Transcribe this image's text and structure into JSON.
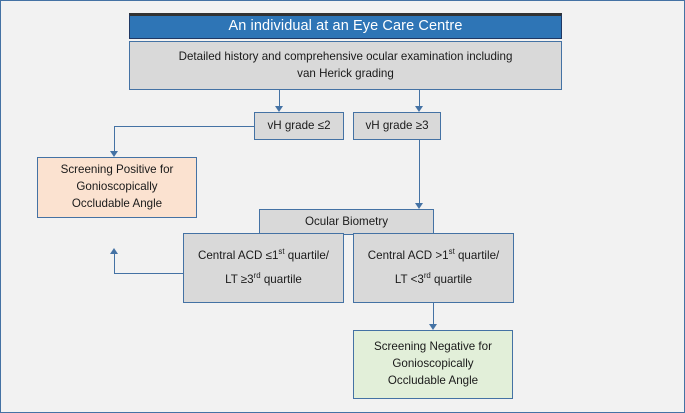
{
  "diagram": {
    "type": "flowchart",
    "title": "An individual at an Eye Care Centre",
    "colors": {
      "background": "#F2F2F2",
      "border": "#4472A4",
      "title_fill": "#2E75B6",
      "process_fill": "#D9D9D9",
      "positive_fill": "#FBE2D0",
      "negative_fill": "#E2EFD9",
      "connector": "#4472A4"
    },
    "nodes": {
      "title": "An individual at an Eye Care Centre",
      "assessment": "Detailed history and comprehensive ocular examination including van Herick grading",
      "assessment_line1": "Detailed history and comprehensive ocular examination including",
      "assessment_line2": "van Herick grading",
      "vh_low": "vH grade ≤2",
      "vh_high": "vH grade ≥3",
      "screening_positive_line1": "Screening Positive for",
      "screening_positive_line2": "Gonioscopically",
      "screening_positive_line3": "Occludable Angle",
      "ocular_biometry": "Ocular Biometry",
      "acd_low_line1_a": "Central ACD ≤1",
      "acd_low_line1_sup": "st",
      "acd_low_line1_b": " quartile/",
      "acd_low_line2_a": "LT ≥3",
      "acd_low_line2_sup": "rd",
      "acd_low_line2_b": " quartile",
      "acd_high_line1_a": "Central ACD >1",
      "acd_high_line1_sup": "st",
      "acd_high_line1_b": " quartile/",
      "acd_high_line2_a": "LT <3",
      "acd_high_line2_sup": "rd",
      "acd_high_line2_b": " quartile",
      "screening_negative_line1": "Screening Negative for",
      "screening_negative_line2": "Gonioscopically",
      "screening_negative_line3": "Occludable Angle"
    },
    "edges": [
      {
        "from": "assessment",
        "to": "vh_low"
      },
      {
        "from": "assessment",
        "to": "vh_high"
      },
      {
        "from": "vh_low",
        "to": "screening_positive"
      },
      {
        "from": "vh_high",
        "to": "ocular_biometry"
      },
      {
        "from": "ocular_biometry",
        "to": "acd_low"
      },
      {
        "from": "ocular_biometry",
        "to": "acd_high"
      },
      {
        "from": "acd_low",
        "to": "screening_positive"
      },
      {
        "from": "acd_high",
        "to": "screening_negative"
      }
    ]
  }
}
